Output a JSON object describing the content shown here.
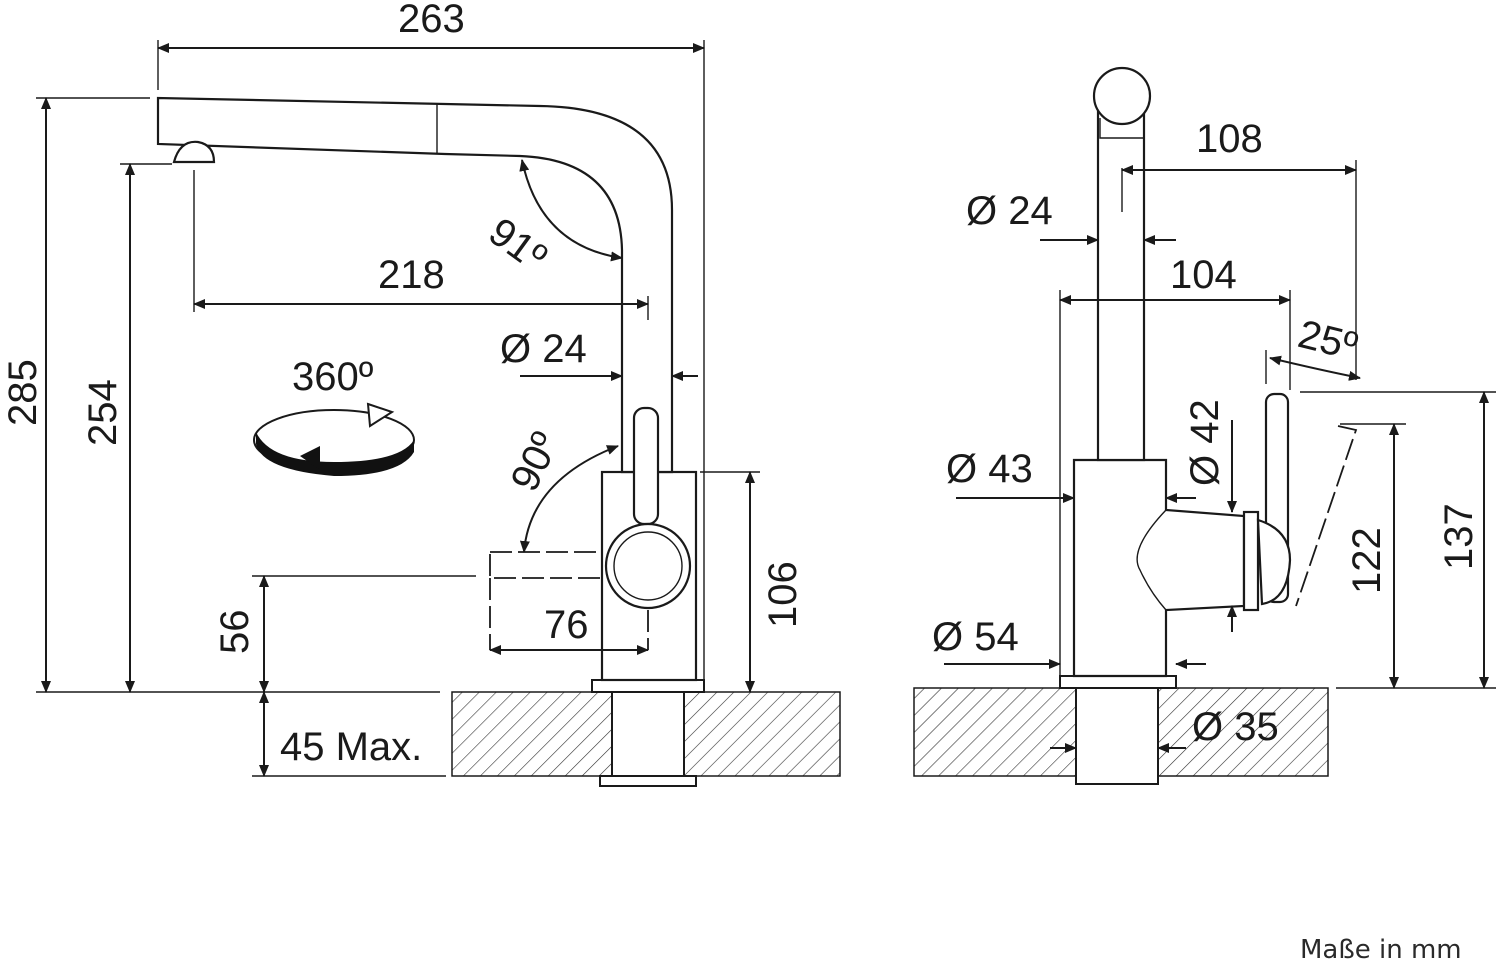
{
  "front_view": {
    "width_overall": "263",
    "height_overall": "285",
    "outlet_height": "254",
    "reach": "218",
    "spout_angle": "91º",
    "spout_diameter": "Ø 24",
    "swivel": "360º",
    "lever_angle": "90º",
    "lever_height": "56",
    "lever_depth": "76",
    "body_height": "106",
    "counter_thickness": "45 Max."
  },
  "side_view": {
    "spout_offset": "108",
    "spout_diameter": "Ø 24",
    "body_offset": "104",
    "lever_angle": "25º",
    "body_diameter": "Ø 43",
    "handle_diameter": "Ø 42",
    "base_diameter": "Ø 54",
    "shank_diameter": "Ø 35",
    "handle_height": "122",
    "handle_top_height": "137"
  },
  "footer_note": "Maße in mm"
}
